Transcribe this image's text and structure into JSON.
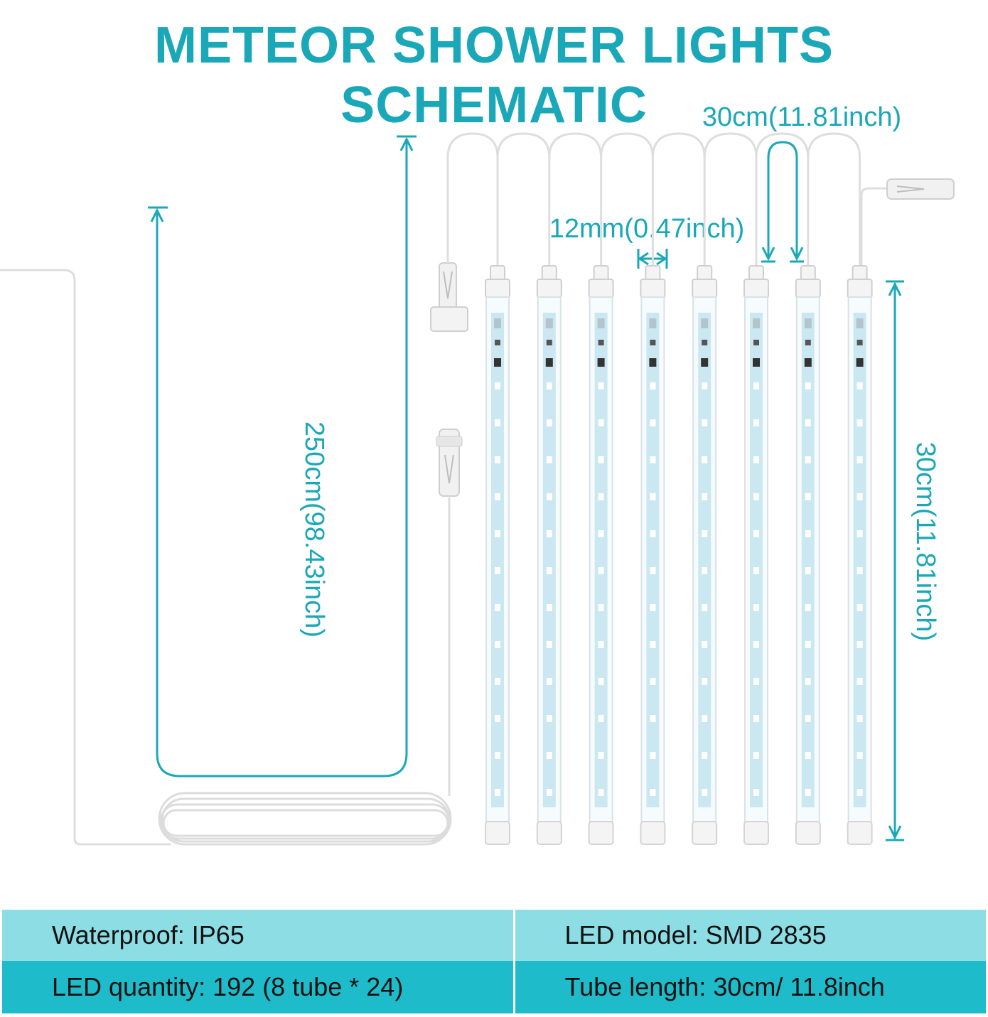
{
  "title": "METEOR SHOWER LIGHTS SCHEMATIC",
  "colors": {
    "accent": "#1aa8b8",
    "row_light": "#8ddde4",
    "row_dark": "#1ebccb",
    "tube": "#cbe8f2",
    "wire": "#dedede"
  },
  "dimensions": {
    "lead_length": "250cm(98.43inch)",
    "tube_spacing": "30cm(11.81inch)",
    "tube_diameter": "12mm(0.47inch)",
    "tube_length": "30cm(11.81inch)"
  },
  "tube_count": 8,
  "specs": {
    "waterproof": "Waterproof: IP65",
    "led_model": "LED model: SMD 2835",
    "led_quantity": "LED quantity: 192 (8 tube * 24)",
    "tube_length": "Tube length: 30cm/ 11.8inch"
  }
}
